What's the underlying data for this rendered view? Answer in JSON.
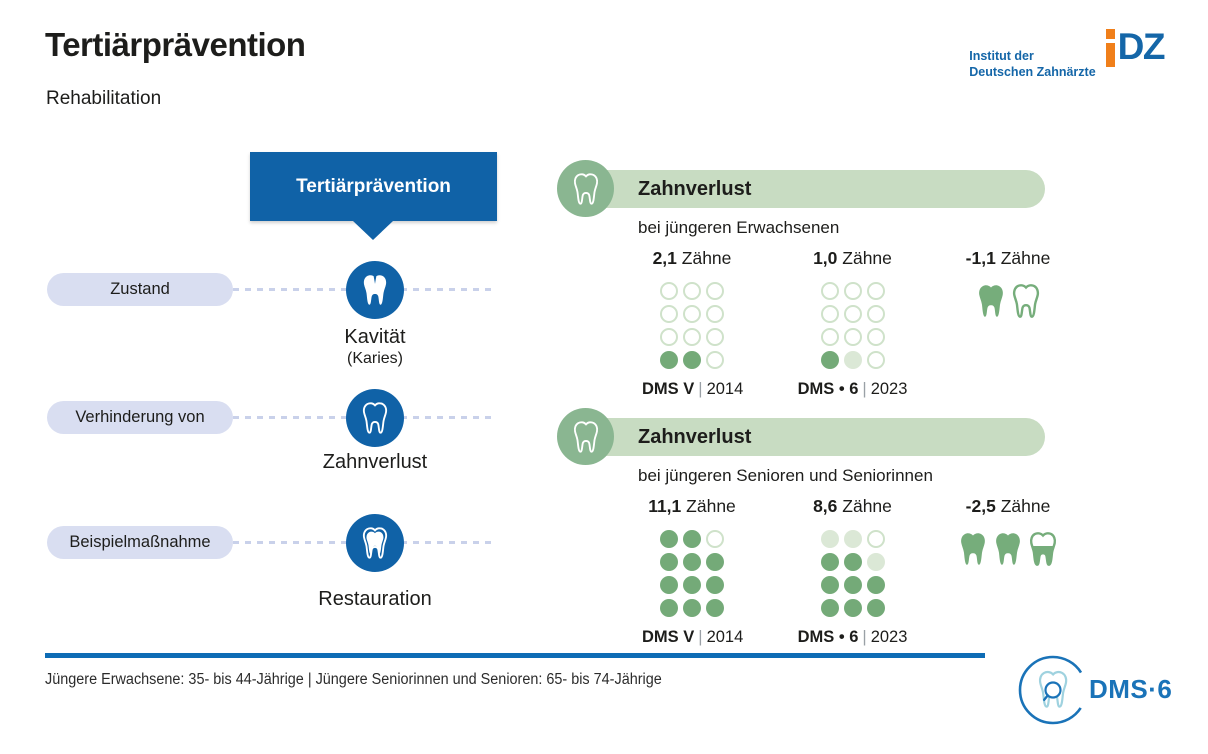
{
  "colors": {
    "blue": "#1062a7",
    "rule": "#0e6cb5",
    "pill": "#d9def1",
    "dash": "#c9d1ea",
    "green": "#8ab691",
    "greenbar": "#c8dcc2",
    "dot": "#74aa78",
    "dotpale": "#dbe8d6",
    "dotline": "#cfe2ca",
    "tooth": "#76ad7b",
    "orange": "#f07f1a",
    "idzblue": "#1466a8",
    "logoblue": "#1a73b8",
    "logotooth": "#9fd2df"
  },
  "header": {
    "title": "Tertiärprävention",
    "subtitle": "Rehabilitation"
  },
  "idz": {
    "line1": "Institut der",
    "line2": "Deutschen Zahnärzte",
    "mark": "DZ"
  },
  "misc": {
    "sep": "|"
  },
  "flowchart": {
    "header": "Tertiärprävention",
    "rows": [
      {
        "label": "Zustand",
        "icon": "tooth-cavity-icon",
        "title": "Kavität",
        "subtitle": "(Karies)"
      },
      {
        "label": "Verhinderung von",
        "icon": "tooth-outline-icon",
        "title": "Zahnverlust"
      },
      {
        "label": "Beispielmaßnahme",
        "icon": "tooth-restored-icon",
        "title": "Restauration"
      }
    ]
  },
  "sections": [
    {
      "icon": "tooth-icon",
      "title": "Zahnverlust",
      "subtitle": "bei jüngeren Erwachsenen",
      "stats": [
        {
          "value": "2,1",
          "unit": "Zähne",
          "source": "DMS V",
          "year": "2014",
          "dots": [
            "e",
            "e",
            "e",
            "e",
            "e",
            "e",
            "e",
            "e",
            "e",
            "f",
            "f",
            "e"
          ]
        },
        {
          "value": "1,0",
          "unit": "Zähne",
          "source": "DMS • 6",
          "year": "2023",
          "dots": [
            "e",
            "e",
            "e",
            "e",
            "e",
            "e",
            "e",
            "e",
            "e",
            "f",
            "p",
            "e"
          ]
        }
      ],
      "change": {
        "value": "-1,1",
        "unit": "Zähne",
        "teeth": [
          "filled",
          "outline"
        ]
      }
    },
    {
      "icon": "tooth-icon",
      "title": "Zahnverlust",
      "subtitle": "bei jüngeren Senioren und Seniorinnen",
      "stats": [
        {
          "value": "11,1",
          "unit": "Zähne",
          "source": "DMS V",
          "year": "2014",
          "dots": [
            "f",
            "f",
            "e",
            "f",
            "f",
            "f",
            "f",
            "f",
            "f",
            "f",
            "f",
            "f"
          ]
        },
        {
          "value": "8,6",
          "unit": "Zähne",
          "source": "DMS • 6",
          "year": "2023",
          "dots": [
            "p",
            "p",
            "e",
            "f",
            "f",
            "p",
            "f",
            "f",
            "f",
            "f",
            "f",
            "f"
          ]
        }
      ],
      "change": {
        "value": "-2,5",
        "unit": "Zähne",
        "teeth": [
          "filled",
          "filled",
          "half"
        ]
      }
    }
  ],
  "footer": {
    "note": "Jüngere Erwachsene: 35- bis 44-Jährige | Jüngere Seniorinnen und Senioren: 65- bis 74-Jährige",
    "dms_logo": "DMS·6"
  },
  "chart_data": [
    {
      "type": "pictogram",
      "title": "Zahnverlust bei jüngeren Erwachsenen",
      "categories": [
        "DMS V | 2014",
        "DMS • 6 | 2023"
      ],
      "values": [
        2.1,
        1.0
      ],
      "unit": "Zähne",
      "change": -1.1
    },
    {
      "type": "pictogram",
      "title": "Zahnverlust bei jüngeren Senioren und Seniorinnen",
      "categories": [
        "DMS V | 2014",
        "DMS • 6 | 2023"
      ],
      "values": [
        11.1,
        8.6
      ],
      "unit": "Zähne",
      "change": -2.5
    }
  ]
}
